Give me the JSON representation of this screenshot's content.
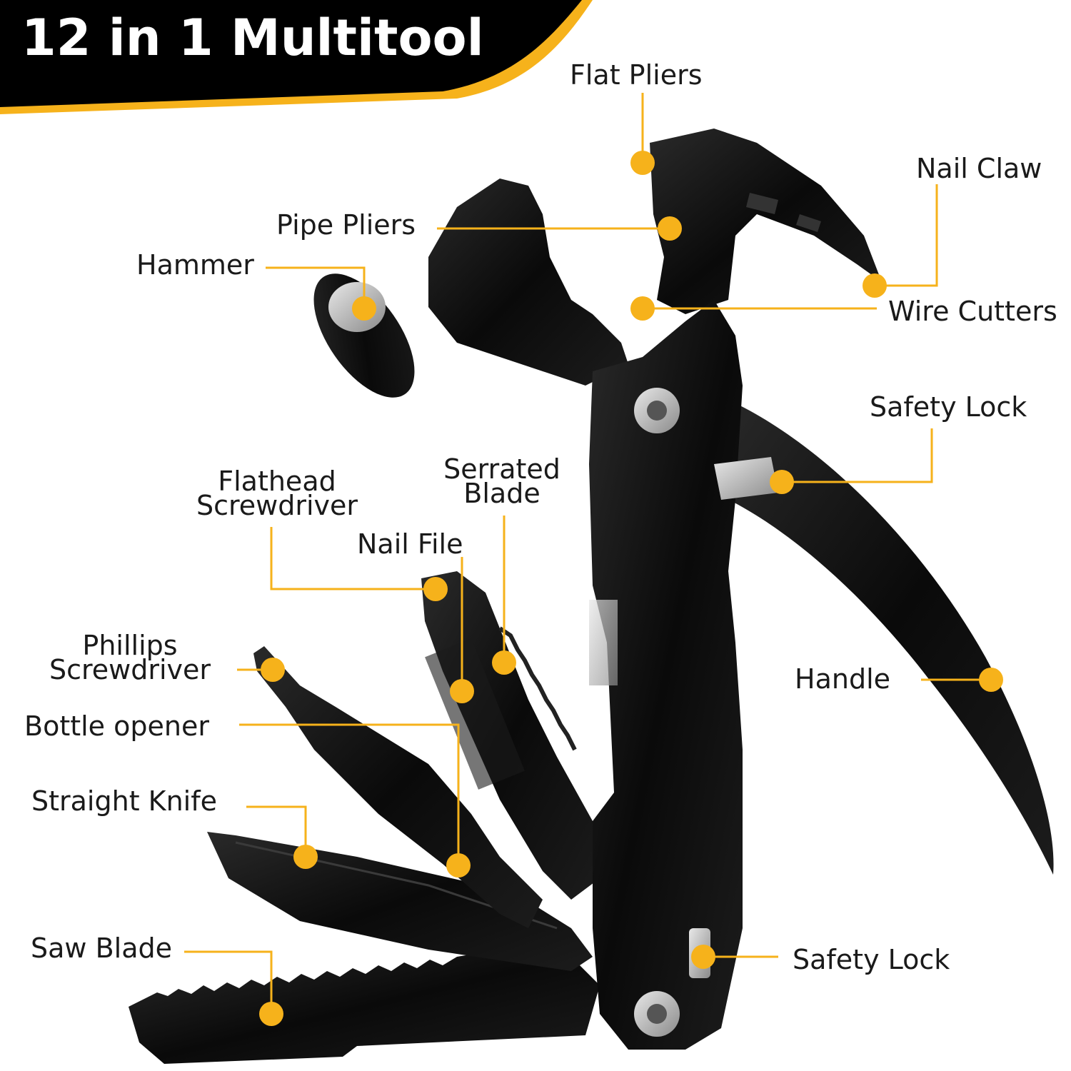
{
  "title": "12 in 1 Multitool",
  "colors": {
    "accent": "#F6B21B",
    "banner": "#000000",
    "tool_body": "#0d0d0d"
  },
  "callouts": {
    "flat_pliers": "Flat Pliers",
    "nail_claw": "Nail Claw",
    "pipe_pliers": "Pipe Pliers",
    "hammer": "Hammer",
    "wire_cutters": "Wire Cutters",
    "safety_lock_top": "Safety Lock",
    "serrated_blade_1": "Serrated",
    "serrated_blade_2": "Blade",
    "flathead_1": "Flathead",
    "flathead_2": "Screwdriver",
    "nail_file": "Nail File",
    "phillips_1": "Phillips",
    "phillips_2": "Screwdriver",
    "handle": "Handle",
    "bottle_opener": "Bottle opener",
    "straight_knife": "Straight Knife",
    "saw_blade": "Saw Blade",
    "safety_lock_bottom": "Safety Lock"
  }
}
